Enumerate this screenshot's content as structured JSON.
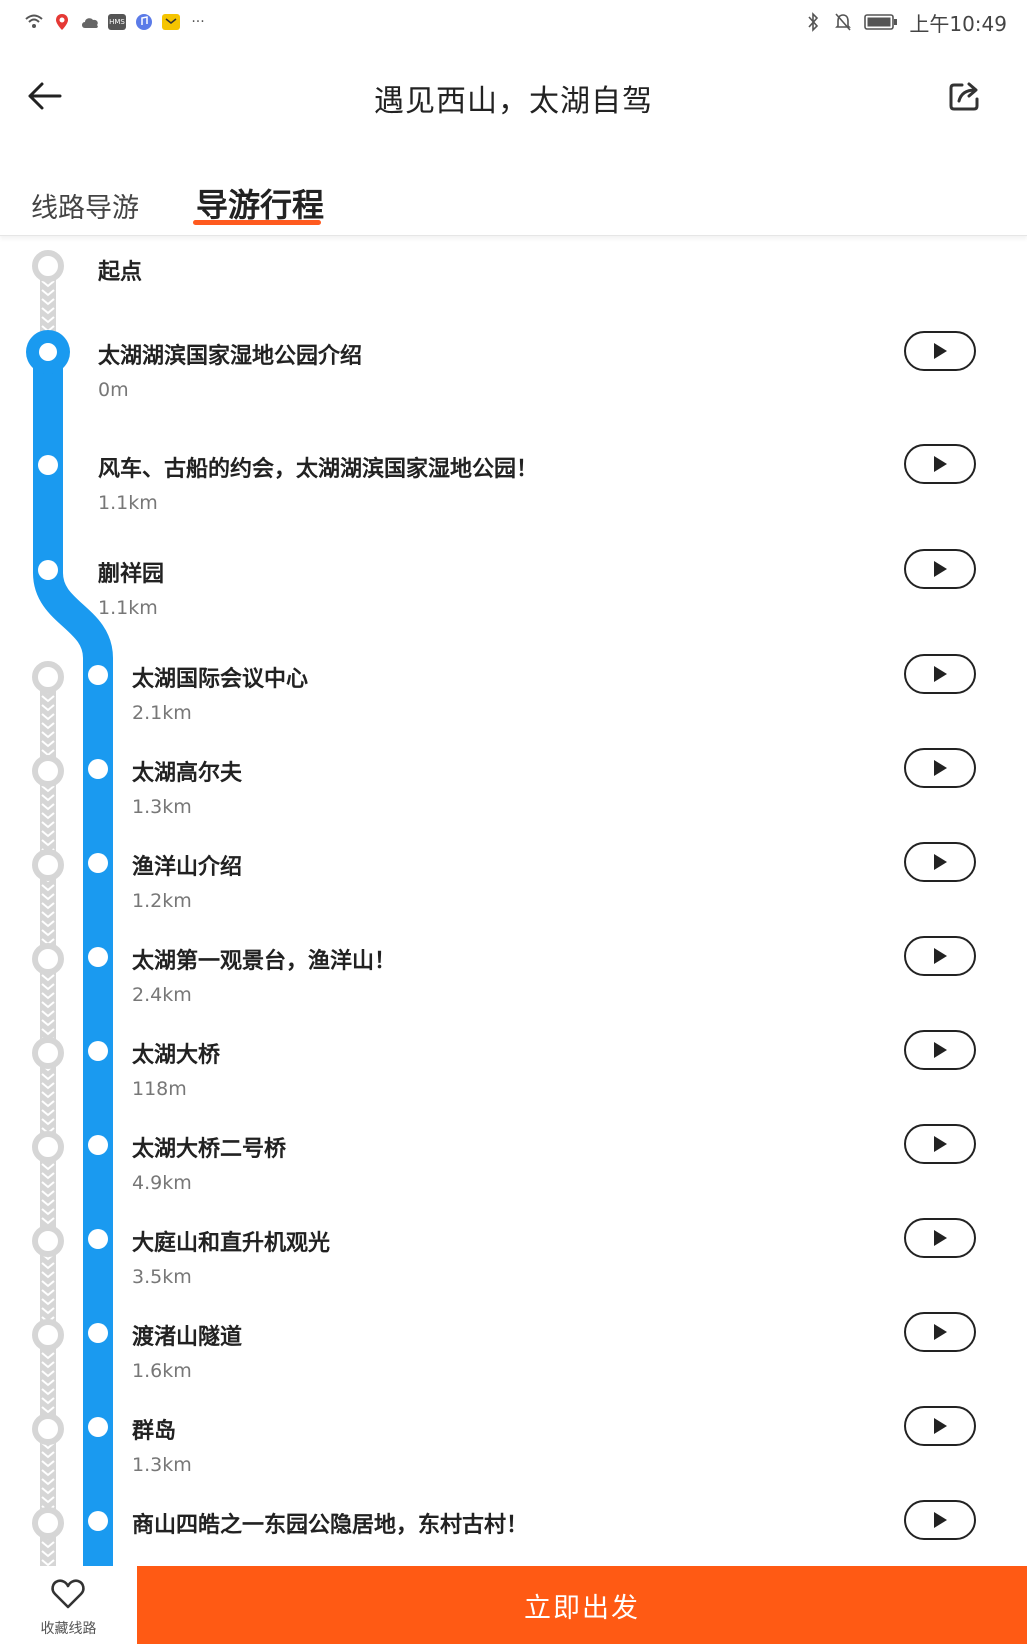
{
  "status_bar": {
    "time": "上午10:49",
    "more_indicator": "···",
    "left_icons": [
      "wifi-icon",
      "map-pin-icon",
      "cloud-icon",
      "hms-app-icon",
      "music-app-icon",
      "mail-app-icon"
    ],
    "right_icons": [
      "bluetooth-icon",
      "bell-off-icon",
      "battery-icon"
    ]
  },
  "header": {
    "title": "遇见西山，太湖自驾",
    "back_icon": "arrow-left-icon",
    "share_icon": "share-icon"
  },
  "tabs": [
    {
      "label": "线路导游",
      "active": false
    },
    {
      "label": "导游行程",
      "active": true
    }
  ],
  "itinerary": {
    "start_label": "起点",
    "stops": [
      {
        "name": "太湖湖滨国家湿地公园介绍",
        "distance": "0m"
      },
      {
        "name": "风车、古船的约会，太湖湖滨国家湿地公园！",
        "distance": "1.1km"
      },
      {
        "name": "蒯祥园",
        "distance": "1.1km"
      },
      {
        "name": "太湖国际会议中心",
        "distance": "2.1km"
      },
      {
        "name": "太湖高尔夫",
        "distance": "1.3km"
      },
      {
        "name": "渔洋山介绍",
        "distance": "1.2km"
      },
      {
        "name": "太湖第一观景台，渔洋山！",
        "distance": "2.4km"
      },
      {
        "name": "太湖大桥",
        "distance": "118m"
      },
      {
        "name": "太湖大桥二号桥",
        "distance": "4.9km"
      },
      {
        "name": "大庭山和直升机观光",
        "distance": "3.5km"
      },
      {
        "name": "渡渚山隧道",
        "distance": "1.6km"
      },
      {
        "name": "群岛",
        "distance": "1.3km"
      },
      {
        "name": "商山四皓之一东园公隐居地，东村古村！",
        "distance": ""
      }
    ]
  },
  "bottom_bar": {
    "favorite_label": "收藏线路",
    "go_label": "立即出发"
  },
  "colors": {
    "accent": "#ff5a14",
    "route_blue": "#1a9af0",
    "route_gray": "#d6d6d6"
  }
}
